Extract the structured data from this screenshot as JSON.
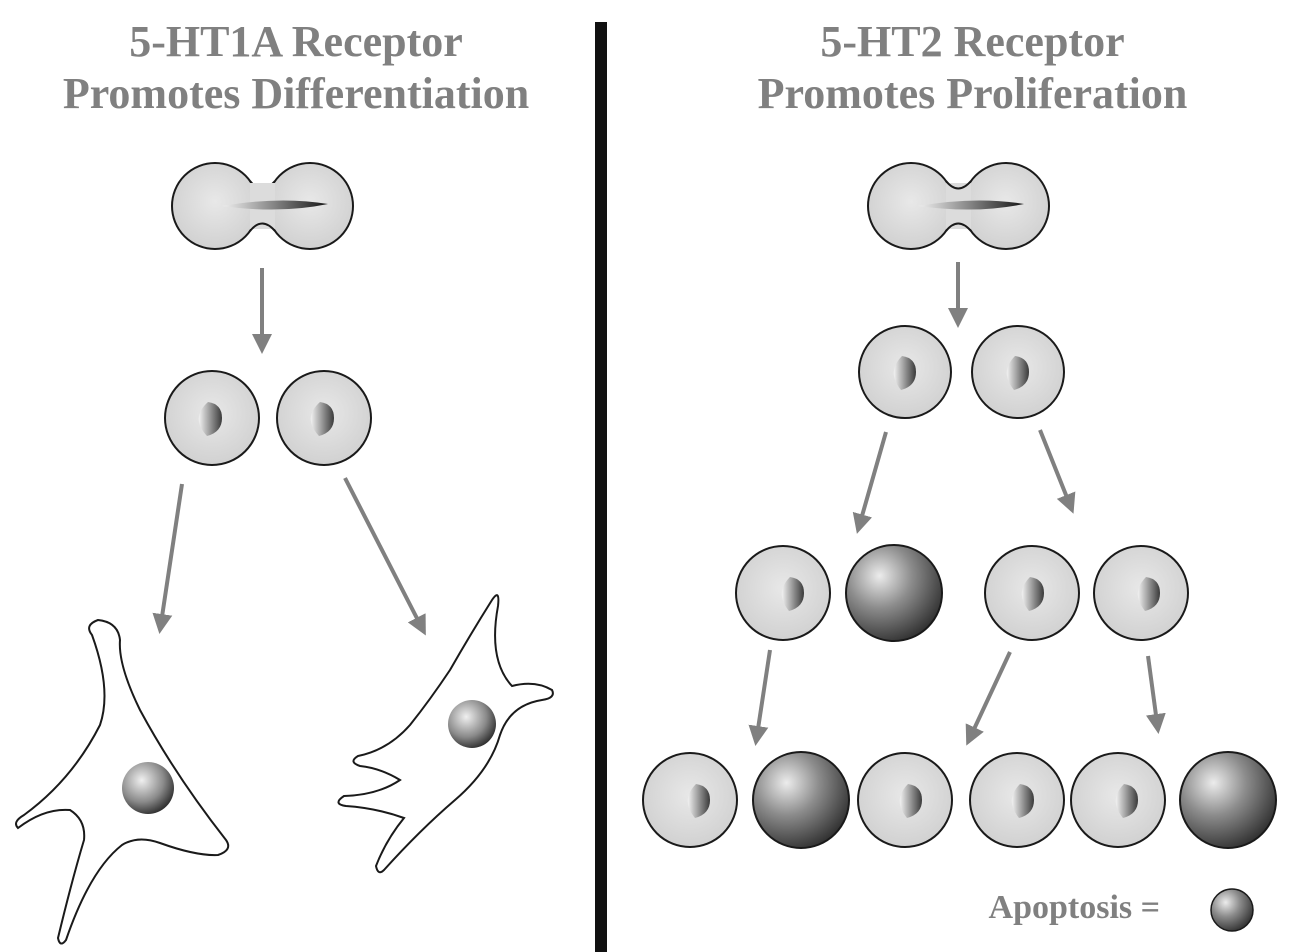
{
  "left_panel": {
    "title_line1": "5-HT1A Receptor",
    "title_line2": "Promotes Differentiation"
  },
  "right_panel": {
    "title_line1": "5-HT2 Receptor",
    "title_line2": "Promotes Proliferation"
  },
  "legend": {
    "label": "Apoptosis ="
  },
  "colors": {
    "title_text": "#808080",
    "arrow": "#808080",
    "cell_fill": "#dcdcdc",
    "cell_outline": "#1a1a1a",
    "divider": "#111111"
  }
}
